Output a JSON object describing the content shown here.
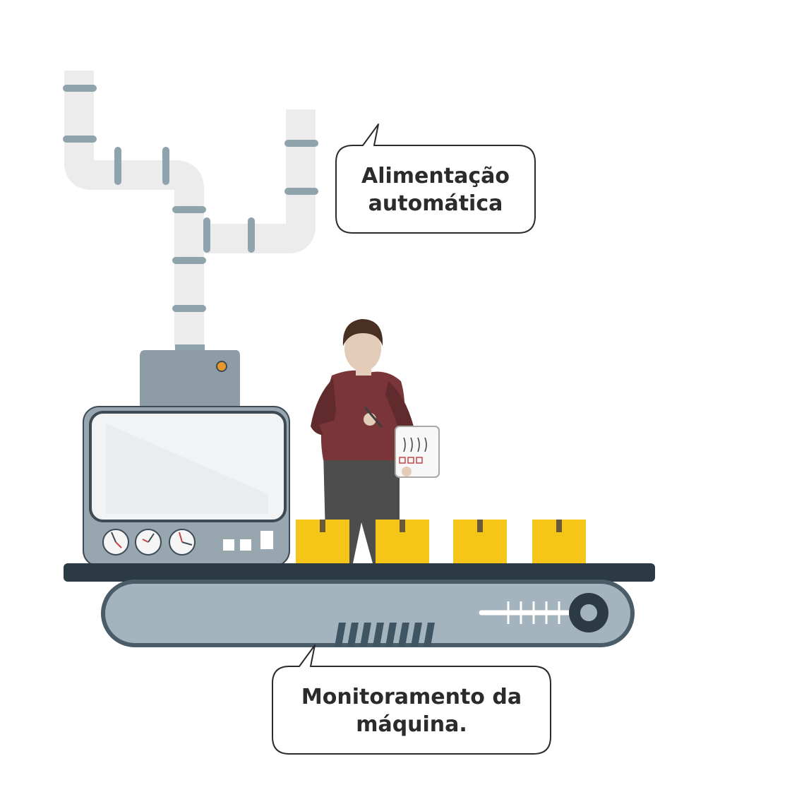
{
  "callouts": {
    "top": {
      "line1": "Alimentação",
      "line2": "automática"
    },
    "bottom": {
      "line1": "Monitoramento da",
      "line2": "máquina."
    }
  },
  "colors": {
    "pipe": "#ececec",
    "pipe_ring": "#8fa3ad",
    "machine_body": "#97a6af",
    "machine_outline": "#3e4a53",
    "screen": "#f2f3f5",
    "belt_top": "#2c3a44",
    "belt_body": "#a4b4bf",
    "box": "#f5c518",
    "shirt": "#7a3539",
    "pants": "#4d4d4d",
    "hair": "#4a2f23",
    "skin": "#e3cdb8",
    "indicator_light": "#e8982a"
  },
  "icons": [
    "pipe-illustration",
    "hopper-illustration",
    "gauge-icon",
    "box-icon",
    "worker-figure",
    "clipboard-icon",
    "conveyor-belt"
  ]
}
